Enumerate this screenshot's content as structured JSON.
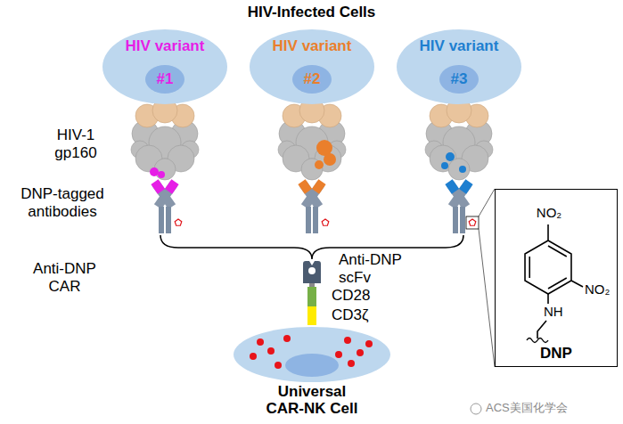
{
  "diagram": {
    "title": "HIV-Infected Cells",
    "nodes": [
      {
        "text": [
          "HIV variant"
        ]
      },
      {
        "text": [
          "#1"
        ],
        "in": 0
      },
      {
        "text": [
          "HIV variant"
        ]
      },
      {
        "text": [
          "#2"
        ],
        "in": 2
      },
      {
        "text": [
          "HIV variant"
        ]
      },
      {
        "text": [
          "#3"
        ],
        "in": 4
      },
      {
        "text": [
          "NO₂",
          "NO₂",
          "NH",
          "DNP"
        ]
      },
      {
        "text": [
          "Universal CAR-NK Cell"
        ]
      }
    ],
    "labels": [
      "HIV-1 gp160",
      "DNP-tagged antibodies",
      "Anti-DNP CAR",
      "Anti-DNP scFv",
      "CD28",
      "CD3ζ",
      "ACS美国化学会"
    ]
  }
}
